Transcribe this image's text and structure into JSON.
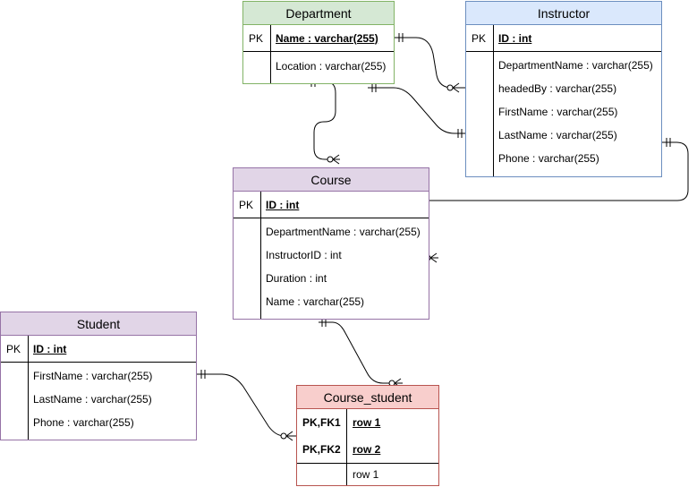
{
  "department": {
    "title": "Department",
    "pk_label": "PK",
    "pk_field": "Name : varchar(255)",
    "attributes": [
      "Location : varchar(255)"
    ]
  },
  "instructor": {
    "title": "Instructor",
    "pk_label": "PK",
    "pk_field": "ID : int",
    "attributes": [
      "DepartmentName : varchar(255)",
      "headedBy : varchar(255)",
      "FirstName : varchar(255)",
      "LastName : varchar(255)",
      "Phone : varchar(255)"
    ]
  },
  "course": {
    "title": "Course",
    "pk_label": "PK",
    "pk_field": "ID : int",
    "attributes": [
      "DepartmentName : varchar(255)",
      "InstructorID : int",
      "Duration : int",
      "Name : varchar(255)"
    ]
  },
  "student": {
    "title": "Student",
    "pk_label": "PK",
    "pk_field": "ID : int",
    "attributes": [
      "FirstName : varchar(255)",
      "LastName : varchar(255)",
      "Phone : varchar(255)"
    ]
  },
  "course_student": {
    "title": "Course_student",
    "keys": [
      {
        "label": "PK,FK1",
        "value": "row 1"
      },
      {
        "label": "PK,FK2",
        "value": "row 2"
      }
    ],
    "attributes": [
      "row 1"
    ]
  },
  "colors": {
    "department_fill": "#d5e8d4",
    "department_stroke": "#82b366",
    "instructor_fill": "#dae8fc",
    "instructor_stroke": "#6c8ebf",
    "course_fill": "#e1d5e7",
    "course_stroke": "#9673a6",
    "student_fill": "#e1d5e7",
    "student_stroke": "#9673a6",
    "course_student_fill": "#f8cecc",
    "course_student_stroke": "#b85450"
  }
}
